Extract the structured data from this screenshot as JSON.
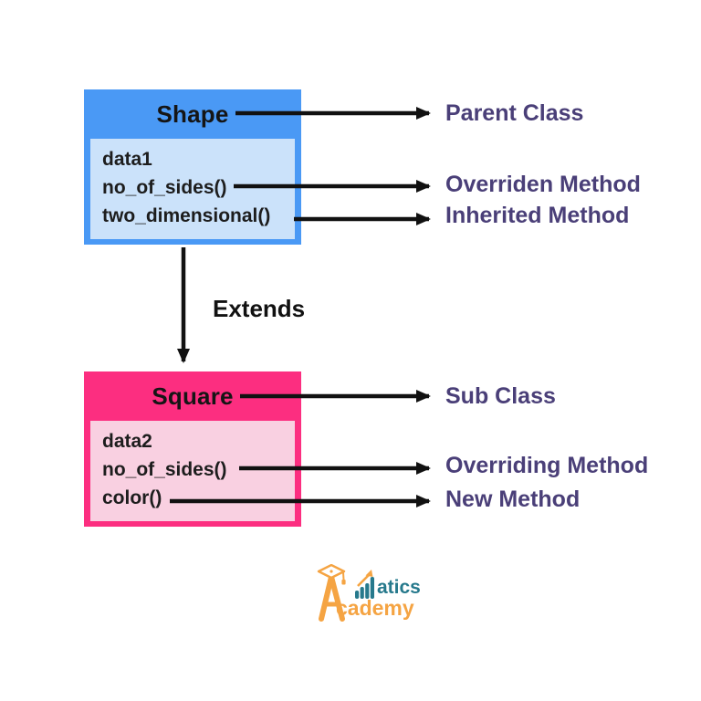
{
  "diagram": {
    "shape_box": {
      "title": "Shape",
      "members": [
        "data1",
        "no_of_sides()",
        "two_dimensional()"
      ]
    },
    "square_box": {
      "title": "Square",
      "members": [
        "data2",
        "no_of_sides()",
        "color()"
      ]
    },
    "edge_label": "Extends",
    "annotations": {
      "parent_class": "Parent Class",
      "overriden_method": "Overriden Method",
      "inherited_method": "Inherited Method",
      "sub_class": "Sub Class",
      "overriding_method": "Overriding Method",
      "new_method": "New Method"
    }
  },
  "logo": {
    "word_top": "atics",
    "word_bottom": "cademy"
  },
  "colors": {
    "parent_header": "#4A99F5",
    "parent_body": "#CBE2FA",
    "sub_header": "#FC2E80",
    "sub_body": "#F9D0E1",
    "annotation_text": "#4A3F78",
    "arrow": "#111111",
    "logo_orange": "#F5A443",
    "logo_teal": "#26798C"
  }
}
